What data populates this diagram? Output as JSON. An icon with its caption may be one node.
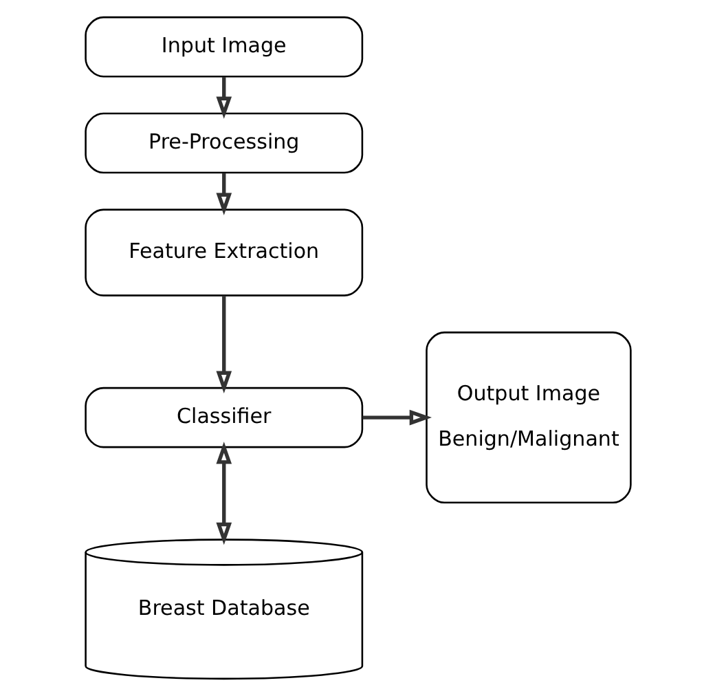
{
  "diagram": {
    "nodes": [
      {
        "text": [
          "Input Image"
        ]
      },
      {
        "text": [
          "Pre-Processing"
        ]
      },
      {
        "text": [
          "Feature Extraction"
        ]
      },
      {
        "text": [
          "Classifier"
        ]
      },
      {
        "text": [
          "Output Image",
          "Benign/Malignant"
        ]
      },
      {
        "text": [
          "Breast Database"
        ]
      }
    ],
    "edges": [
      {
        "from": 0,
        "to": 1,
        "arrow": "to"
      },
      {
        "from": 1,
        "to": 2,
        "arrow": "to"
      },
      {
        "from": 2,
        "to": 3,
        "arrow": "to"
      },
      {
        "from": 3,
        "to": 4,
        "arrow": "to"
      },
      {
        "from": 3,
        "to": 5,
        "arrow": "both"
      }
    ]
  }
}
